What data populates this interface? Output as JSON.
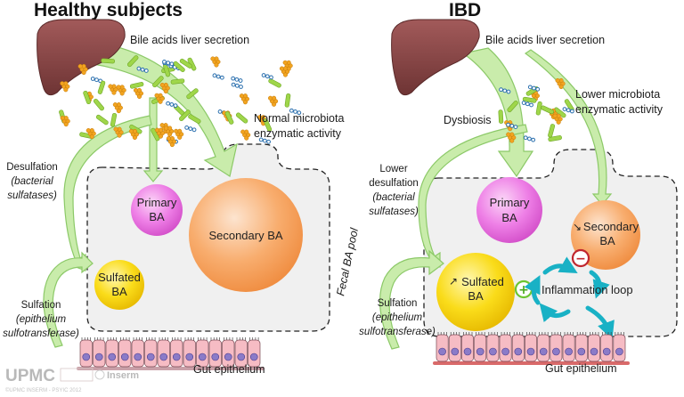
{
  "healthy": {
    "title": "Healthy subjects",
    "liver_secretion": "Bile acids liver secretion",
    "microbiota_line1": "Normal microbiota",
    "microbiota_line2": "enzymatic activity",
    "desulfation_line1": "Desulfation",
    "desulfation_line2": "(bacterial",
    "desulfation_line3": "sulfatases)",
    "sulfation_line1": "Sulfation",
    "sulfation_line2": "(epithelium",
    "sulfation_line3": "sulfotransferase)",
    "primary_line1": "Primary",
    "primary_line2": "BA",
    "secondary": "Secondary BA",
    "sulfated_line1": "Sulfated",
    "sulfated_line2": "BA",
    "fecal_pool": "Fecal BA pool",
    "gut": "Gut epithelium"
  },
  "ibd": {
    "title": "IBD",
    "liver_secretion": "Bile acids liver secretion",
    "microbiota_line1": "Lower microbiota",
    "microbiota_line2": "enzymatic activity",
    "dysbiosis": "Dysbiosis",
    "desulfation_line1": "Lower",
    "desulfation_line2": "desulfation",
    "desulfation_line3": "(bacterial",
    "desulfation_line4": "sulfatases)",
    "sulfation_line1": "Sulfation",
    "sulfation_line2": "(epithelium",
    "sulfation_line3": "sulfotransferase)",
    "primary_line1": "Primary",
    "primary_line2": "BA",
    "secondary_line1": "Secondary",
    "secondary_line2": "BA",
    "sulfated_line1": "Sulfated",
    "sulfated_line2": "BA",
    "inflammation": "Inflammation loop",
    "plus_sign": "+",
    "minus_sign": "−",
    "gut": "Gut epithelium"
  },
  "footer": {
    "upmc": "UPMC",
    "inserm": "Inserm",
    "credit": "©UPMC INSERM - PSYIC 2012"
  },
  "colors": {
    "arrow_green": "#c9ecab",
    "arrow_green_stroke": "#8cc968",
    "liver": "#8a4a4a",
    "primary": "#ea6ee0",
    "secondary": "#f6a35c",
    "sulfated": "#f5d400",
    "inflammation": "#19b1c5",
    "epithelium": "#f6bcc4"
  }
}
